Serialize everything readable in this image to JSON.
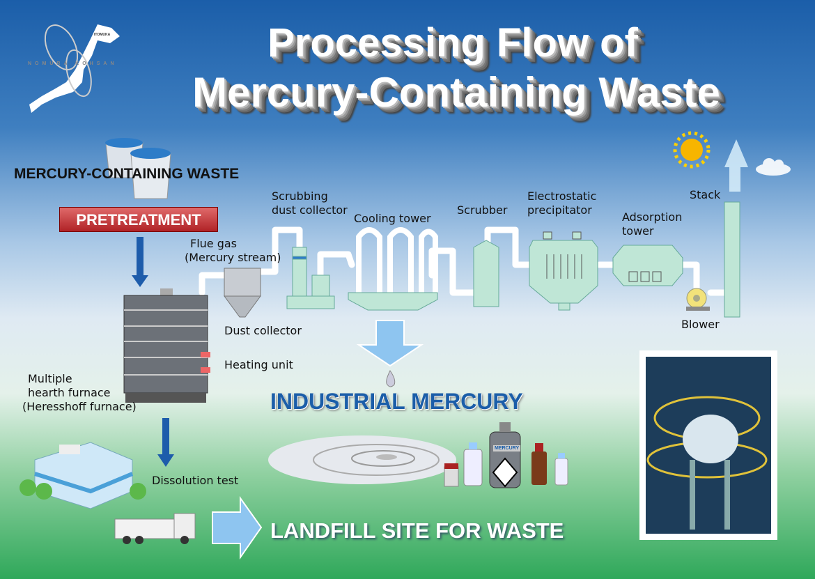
{
  "logo": {
    "company": "NOMURA KOHSAN",
    "place": "ITOMUKA"
  },
  "title": {
    "line1": "Processing Flow of",
    "line2": "Mercury-Containing Waste"
  },
  "labels": {
    "waste": "MERCURY-CONTAINING WASTE",
    "pretreatment": "PRETREATMENT",
    "flue_gas": "Flue gas\n(Mercury stream)",
    "flue_gas_1": "Flue gas",
    "flue_gas_2": "(Mercury stream)",
    "scrubbing_1": "Scrubbing",
    "scrubbing_2": "dust collector",
    "cooling_tower": "Cooling tower",
    "scrubber": "Scrubber",
    "esp_1": "Electrostatic",
    "esp_2": "precipitator",
    "adsorption_1": "Adsorption",
    "adsorption_2": "tower",
    "stack": "Stack",
    "blower": "Blower",
    "dust_collector": "Dust collector",
    "heating_unit": "Heating unit",
    "furnace_1": "Multiple",
    "furnace_2": "hearth furnace",
    "furnace_3": "(Heresshoff furnace)",
    "industrial_mercury": "INDUSTRIAL MERCURY",
    "dissolution_test": "Dissolution test",
    "landfill": "LANDFILL SITE FOR WASTE",
    "bottle_label": "MERCURY"
  },
  "colors": {
    "pipe": "#ffffff",
    "equipment": "#bfe6d6",
    "accent_red": "#c0282e",
    "mercury_text": "#1b5ea9",
    "arrow_blue": "#1d5cab"
  }
}
